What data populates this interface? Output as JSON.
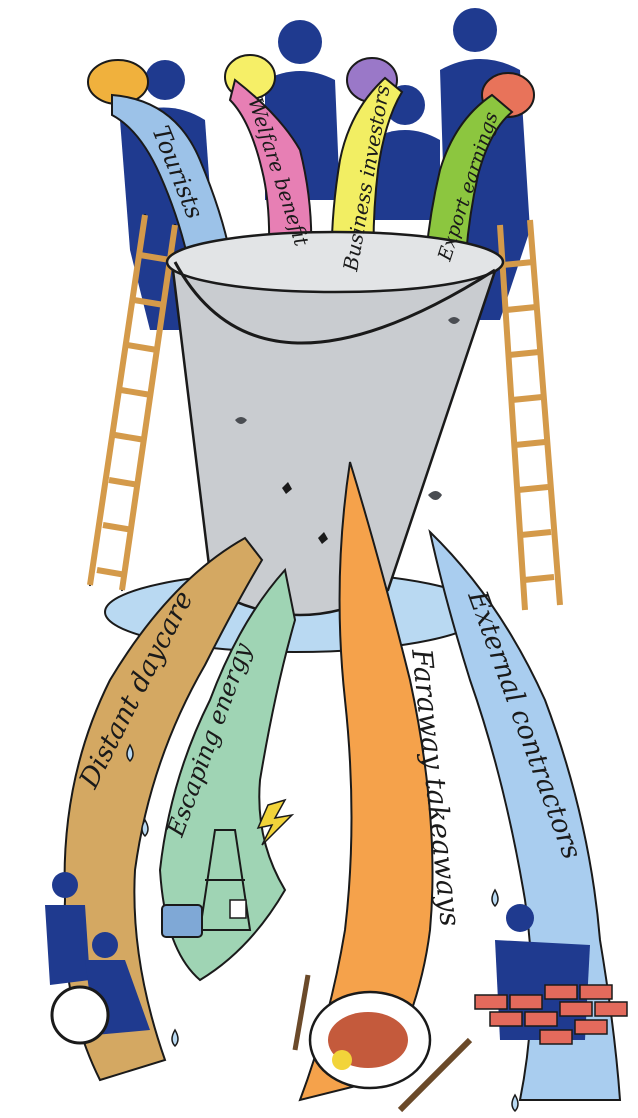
{
  "inflows": [
    {
      "label": "Tourists",
      "color": "#9cc2e8"
    },
    {
      "label": "Welfare benefit",
      "color": "#e77fb4"
    },
    {
      "label": "Business investors",
      "color": "#f2ee63"
    },
    {
      "label": "Export earnings",
      "color": "#8cc63f"
    }
  ],
  "leaks": [
    {
      "label": "Distant daycare",
      "color": "#d4a862"
    },
    {
      "label": "Escaping energy",
      "color": "#9fd4b4"
    },
    {
      "label": "Faraway takeaways",
      "color": "#f5a24b"
    },
    {
      "label": "External contractors",
      "color": "#a9cdef"
    }
  ],
  "colors": {
    "people": "#1f3a8f",
    "bucket": "#c9ccd0",
    "ladder": "#d49a4a",
    "puddle": "#b9d9f2"
  }
}
